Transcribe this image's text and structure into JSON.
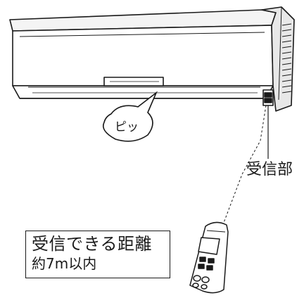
{
  "labels": {
    "beep": "ピッ",
    "receiver": "受信部",
    "range_title": "受信できる距離",
    "range_value": "約7m以内"
  },
  "colors": {
    "line": "#1a1a1a",
    "panel_shade": "#e8e8e8",
    "background": "#ffffff"
  }
}
